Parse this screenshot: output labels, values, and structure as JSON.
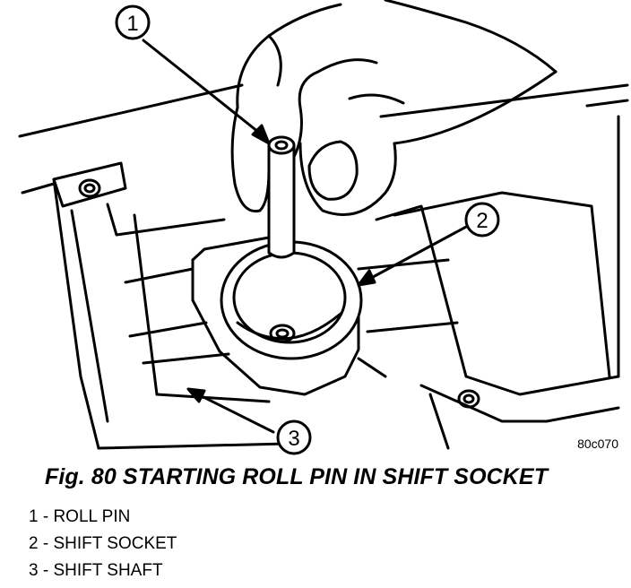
{
  "figure": {
    "callouts": [
      "1",
      "2",
      "3"
    ],
    "ref_code": "80c070"
  },
  "caption": "Fig. 80 STARTING ROLL PIN IN SHIFT SOCKET",
  "legend": [
    "1 - ROLL PIN",
    "2 - SHIFT SOCKET",
    "3 - SHIFT SHAFT"
  ]
}
